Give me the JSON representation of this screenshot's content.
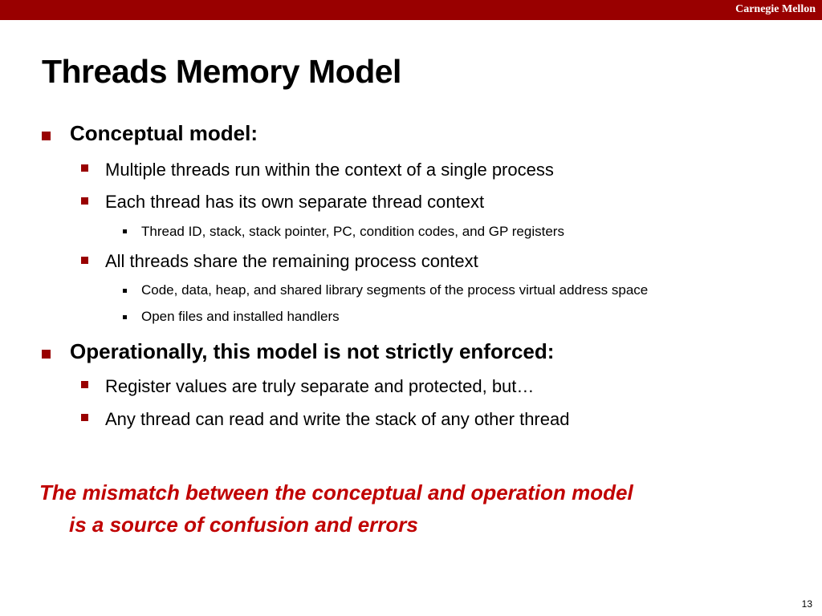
{
  "header": {
    "organization": "Carnegie Mellon",
    "bar_color": "#990000"
  },
  "slide": {
    "title": "Threads Memory Model",
    "bullets": [
      {
        "text": "Conceptual model:",
        "children": [
          {
            "text": "Multiple threads run within the context of a single process",
            "children": []
          },
          {
            "text": "Each thread has its own separate thread context",
            "children": [
              {
                "text": "Thread ID, stack, stack pointer, PC, condition codes, and GP registers"
              }
            ]
          },
          {
            "text": "All threads share the remaining process context",
            "children": [
              {
                "text": "Code, data, heap, and shared library segments of the process virtual address space"
              },
              {
                "text": "Open files and installed handlers"
              }
            ]
          }
        ]
      },
      {
        "text": "Operationally, this model is not strictly enforced:",
        "children": [
          {
            "text": "Register values are truly separate and protected, but…",
            "children": []
          },
          {
            "text": "Any thread can read and write the stack of any other thread",
            "children": []
          }
        ]
      }
    ],
    "takeaway": {
      "line1": "The mismatch between the conceptual and operation model",
      "line2": "is a source of confusion and errors",
      "color": "#c00000"
    },
    "page_number": "13"
  }
}
